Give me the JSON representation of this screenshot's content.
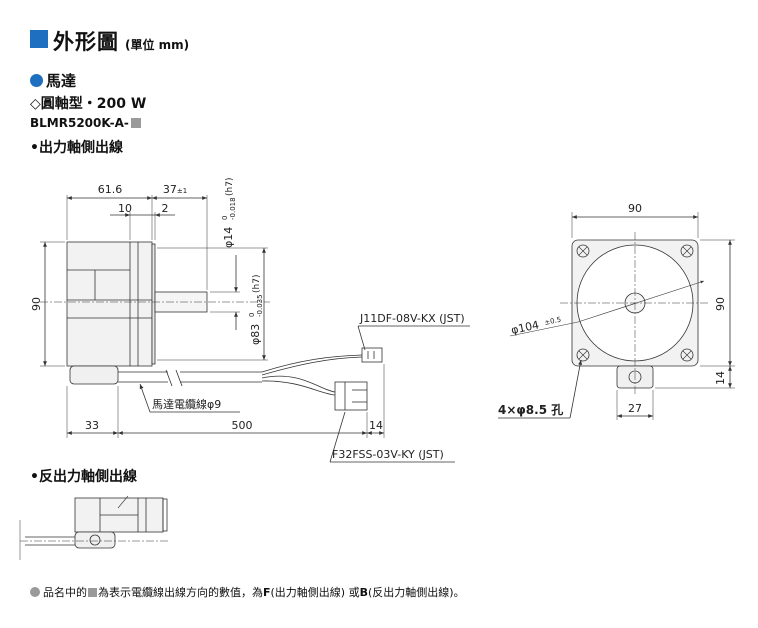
{
  "header": {
    "title": "外形圖",
    "unit": "(單位 mm)"
  },
  "motor": {
    "heading": "馬達",
    "shape": "◇圓軸型・200 W",
    "model_prefix": "BLMR5200K-A-"
  },
  "sections": {
    "output_side": "•出力軸側出線",
    "reverse_side": "•反出力軸側出線"
  },
  "dimensions": {
    "body_length": "61.6",
    "shaft_length": "37",
    "shaft_length_tol": "±1",
    "step_10": "10",
    "step_2": "2",
    "shaft_dia": "φ14",
    "shaft_dia_tol_upper": "0",
    "shaft_dia_tol_lower": "-0.018",
    "shaft_dia_fit": "(h7)",
    "pilot_dia": "φ83",
    "pilot_dia_tol_upper": "0",
    "pilot_dia_tol_lower": "-0.035",
    "pilot_dia_fit": "(h7)",
    "height_90": "90",
    "cable_base": "33",
    "cable_length": "500",
    "connector_length": "14",
    "front_width": "90",
    "front_height": "90",
    "front_bottom": "14",
    "front_bottom_width": "27",
    "bolt_circle": "φ104",
    "bolt_circle_tol": "±0.5",
    "holes": "4×φ8.5 孔"
  },
  "labels": {
    "connector_top": "J11DF-08V-KX (JST)",
    "connector_bottom": "F32FSS-03V-KY (JST)",
    "cable": "馬達電纜線φ9"
  },
  "note": {
    "part1": "品名中的",
    "part2": "為表示電纜線出線方向的數值，為",
    "F": "F",
    "part3": "(出力軸側出線) 或",
    "B": "B",
    "part4": "(反出力軸側出線)。"
  }
}
